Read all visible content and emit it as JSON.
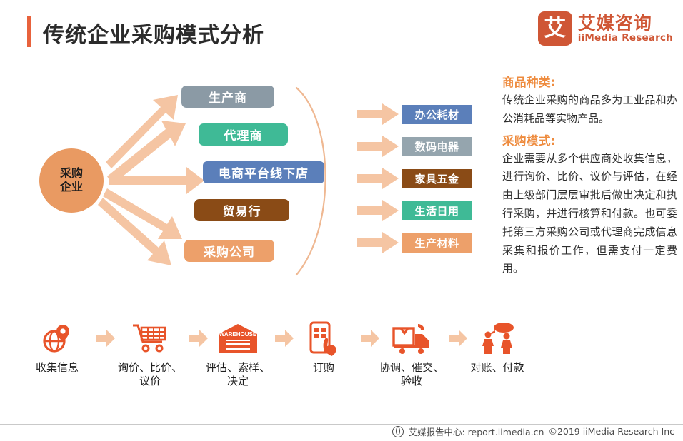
{
  "header": {
    "title": "传统企业采购模式分析",
    "accent_color": "#e8623c",
    "logo": {
      "mark_char": "艾",
      "name_cn": "艾媒咨询",
      "name_en": "iiMedia Research",
      "color": "#cf5635"
    }
  },
  "diagram": {
    "hub": {
      "line1": "采购",
      "line2": "企业",
      "color": "#e99a62"
    },
    "sources": [
      {
        "label": "生产商",
        "color": "#8b9aa5"
      },
      {
        "label": "代理商",
        "color": "#3fba96"
      },
      {
        "label": "电商平台线下店",
        "color": "#5b7fba"
      },
      {
        "label": "贸易行",
        "color": "#8a4b16"
      },
      {
        "label": "采购公司",
        "color": "#eda06a"
      }
    ],
    "categories": [
      {
        "label": "办公耗材",
        "color": "#5b7fba"
      },
      {
        "label": "数码电器",
        "color": "#95a5ae"
      },
      {
        "label": "家具五金",
        "color": "#8a4b16"
      },
      {
        "label": "生活日用",
        "color": "#3fba96"
      },
      {
        "label": "生产材料",
        "color": "#eda06a"
      }
    ],
    "arrow_color": "#f5c5a3",
    "brace_color": "#efb892"
  },
  "panel": {
    "heading_color": "#ee8b3e",
    "section1_title": "商品种类:",
    "section1_body": "传统企业采购的商品多为工业品和办公消耗品等实物产品。",
    "section2_title": "采购模式:",
    "section2_body": "企业需要从多个供应商处收集信息，进行询价、比价、议价与评估，在经由上级部门层层审批后做出决定和执行采购，并进行核算和付款。也可委托第三方采购公司或代理商完成信息采集和报价工作，但需支付一定费用。"
  },
  "process": {
    "icon_color": "#e8542a",
    "arrow_color": "#f5c5a3",
    "steps": [
      {
        "icon": "globe-pin-icon",
        "label": "收集信息"
      },
      {
        "icon": "shopping-cart-icon",
        "label": "询价、比价、议价"
      },
      {
        "icon": "warehouse-icon",
        "label": "评估、索样、决定",
        "icon_text": "WAREHOUSE"
      },
      {
        "icon": "mobile-order-icon",
        "label": "订购"
      },
      {
        "icon": "delivery-truck-icon",
        "label": "协调、催交、验收"
      },
      {
        "icon": "people-talking-icon",
        "label": "对账、付款"
      }
    ]
  },
  "footer": {
    "report_center": "艾媒报告中心: report.iimedia.cn",
    "copyright": "©2019  iiMedia Research Inc"
  }
}
